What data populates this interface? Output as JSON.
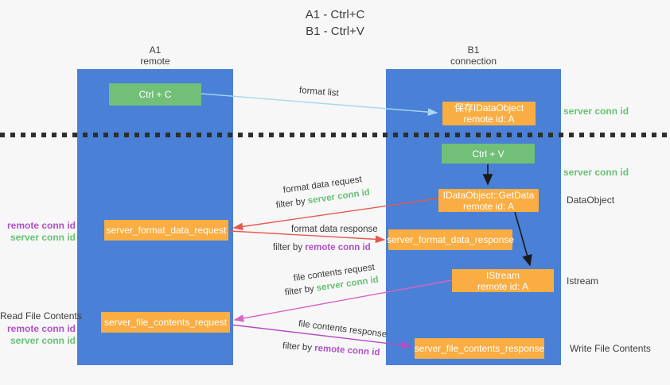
{
  "title": {
    "line1": "A1 - Ctrl+C",
    "line2": "B1 - Ctrl+V"
  },
  "columns": {
    "a": {
      "id": "A1",
      "name": "remote"
    },
    "b": {
      "id": "B1",
      "name": "connection"
    }
  },
  "nodes": {
    "ctrl_c": "Ctrl + C",
    "ctrl_v": "Ctrl + V",
    "save_idataobject": {
      "line1": "保存IDataObject",
      "line2": "remote id: A"
    },
    "getdata": {
      "line1": "IDataObject::GetData",
      "line2": "remote id: A"
    },
    "istream": {
      "line1": "IStream",
      "line2": "remote id: A"
    },
    "format_request": "server_format_data_request",
    "format_response": "server_format_data_response",
    "file_request": "server_file_contents_request",
    "file_response": "server_file_contents_response"
  },
  "arrow_labels": {
    "format_list": "format list",
    "format_data_request": "format data request",
    "format_data_response": "format data response",
    "file_contents_request": "file contents request",
    "file_contents_response": "file contents response",
    "filter_by": "filter by ",
    "server_conn_id": "server conn id",
    "remote_conn_id": "remote conn id"
  },
  "side_labels": {
    "right_top_server_conn_id": "server conn id",
    "right_mid_server_conn_id": "server conn id",
    "right_dataobject": "DataObject",
    "right_istream": "Istream",
    "right_write_file_contents": "Write File Contents",
    "left_remote_conn_id_1": "remote conn id",
    "left_server_conn_id_1": "server conn id",
    "left_read_file_contents": "Read File Contents",
    "left_remote_conn_id_2": "remote conn id",
    "left_server_conn_id_2": "server conn id"
  },
  "colors": {
    "background": "#f7f7f7",
    "column_blue": "#4a80d6",
    "box_green": "#72bf78",
    "box_orange": "#f9ad42",
    "label_green": "#67c175",
    "label_purple": "#b050c8",
    "arrow_light_blue": "#a5d8f2",
    "arrow_red": "#e8584e",
    "arrow_pink": "#d863c6",
    "arrow_purple": "#b44fc4",
    "arrow_black": "#1a1a1a",
    "dash_black": "#2e2e2e"
  }
}
